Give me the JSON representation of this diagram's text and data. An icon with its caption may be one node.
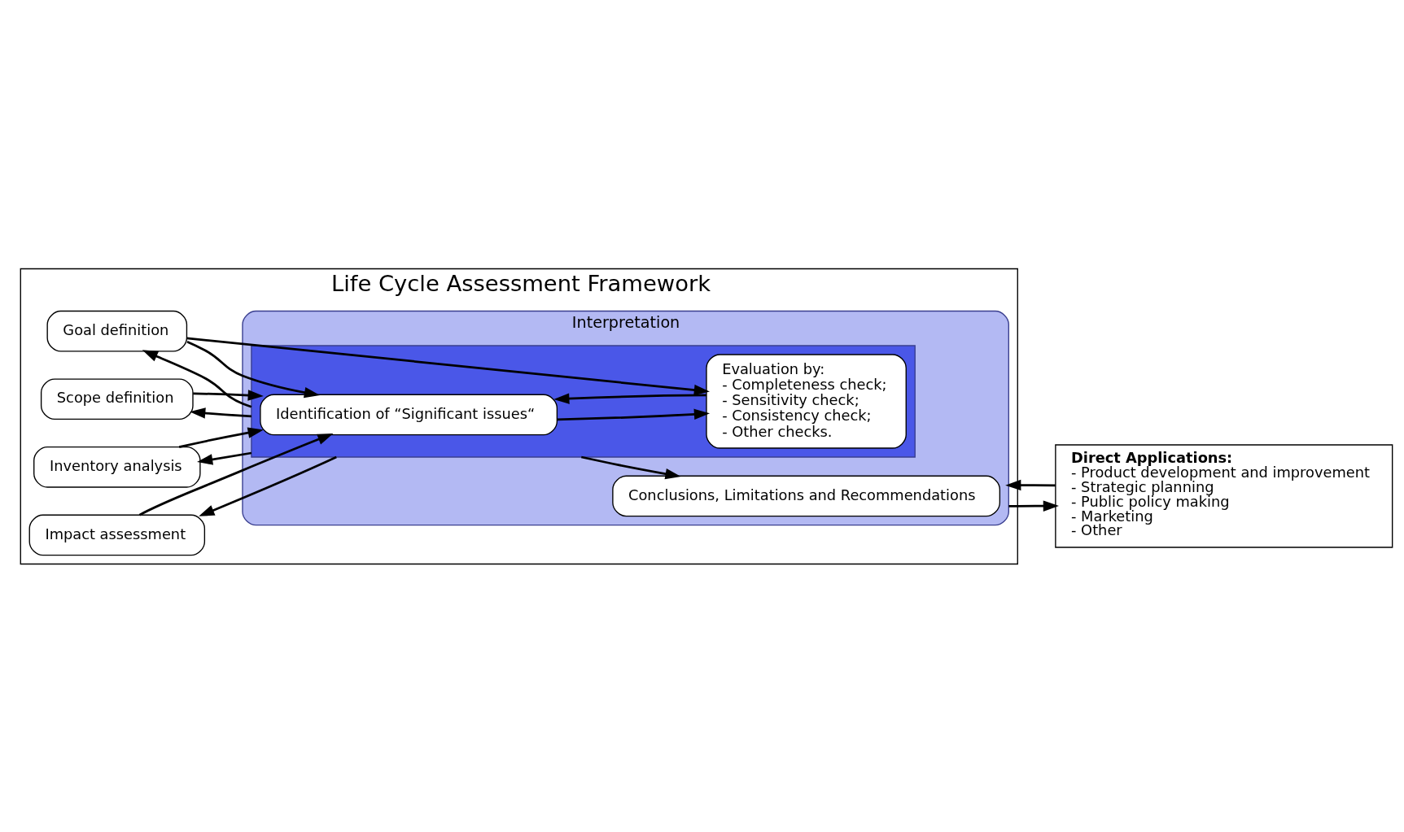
{
  "diagram": {
    "nodes": [
      {
        "text": [
          "Life Cycle Assessment Framework"
        ]
      },
      {
        "text": [
          "Goal definition"
        ],
        "in": 0
      },
      {
        "text": [
          "Scope definition"
        ],
        "in": 0
      },
      {
        "text": [
          "Inventory analysis"
        ],
        "in": 0
      },
      {
        "text": [
          "Impact assessment"
        ],
        "in": 0
      },
      {
        "text": [
          "Interpretation"
        ],
        "in": 0
      },
      {
        "text": [],
        "shape": "box",
        "in": 5
      },
      {
        "text": [
          "Identification of “Significant issues“"
        ],
        "in": 6
      },
      {
        "text": [
          "Evaluation by:",
          "- Completeness check;",
          "- Sensitivity check;",
          "- Consistency check;",
          "- Other checks."
        ],
        "in": 6
      },
      {
        "text": [
          "Conclusions, Limitations and Recommendations"
        ],
        "in": 5
      },
      {
        "text": [
          "Direct Applications:",
          "- Product development and improvement",
          "- Strategic planning",
          "- Public policy making",
          "- Marketing",
          "- Other"
        ]
      }
    ],
    "edges": [
      {
        "from": 1,
        "to": 8,
        "arrow": "to"
      },
      {
        "from": 1,
        "to": 7,
        "arrow": "to"
      },
      {
        "from": 2,
        "to": 7,
        "arrow": "to"
      },
      {
        "from": 3,
        "to": 7,
        "arrow": "to"
      },
      {
        "from": 4,
        "to": 7,
        "arrow": "to"
      },
      {
        "from": 8,
        "to": 7,
        "arrow": "to"
      },
      {
        "from": 7,
        "to": 8,
        "arrow": "to"
      },
      {
        "from": 6,
        "to": 9,
        "arrow": "to"
      },
      {
        "from": 5,
        "to": 10,
        "arrow": "to"
      },
      {
        "from": 10,
        "to": 5,
        "arrow": "to"
      },
      {
        "from": 6,
        "to": 1,
        "arrow": "to"
      },
      {
        "from": 6,
        "to": 2,
        "arrow": "to"
      },
      {
        "from": 6,
        "to": 3,
        "arrow": "to"
      },
      {
        "from": 6,
        "to": 4,
        "arrow": "to"
      }
    ]
  }
}
